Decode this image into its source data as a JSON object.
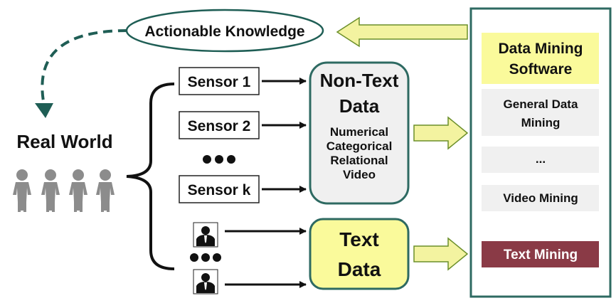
{
  "diagram": {
    "actionable_knowledge": "Actionable Knowledge",
    "real_world": "Real World",
    "sensors": [
      "Sensor 1",
      "Sensor 2",
      "Sensor k"
    ],
    "non_text": {
      "title_line1": "Non-Text",
      "title_line2": "Data",
      "types": [
        "Numerical",
        "Categorical",
        "Relational",
        "Video"
      ]
    },
    "text_data": {
      "line1": "Text",
      "line2": "Data"
    },
    "software": {
      "line1": "Data  Mining",
      "line2": "Software",
      "items": [
        {
          "line1": "General Data",
          "line2": "Mining"
        },
        {
          "line1": "..."
        },
        {
          "line1": "Video Mining"
        }
      ],
      "text_mining": "Text Mining"
    }
  },
  "colors": {
    "yellow": "#fafa9b",
    "yellow_arrow": "#f3f3a0",
    "teal": "#1f5e55",
    "box_border": "#2e6a62",
    "gray_box": "#f0f0f0",
    "text_mining_bg": "#8a3a46",
    "person": "#8c8c8c"
  },
  "icons": [
    "person-icon",
    "author-icon",
    "ellipsis-dots"
  ]
}
